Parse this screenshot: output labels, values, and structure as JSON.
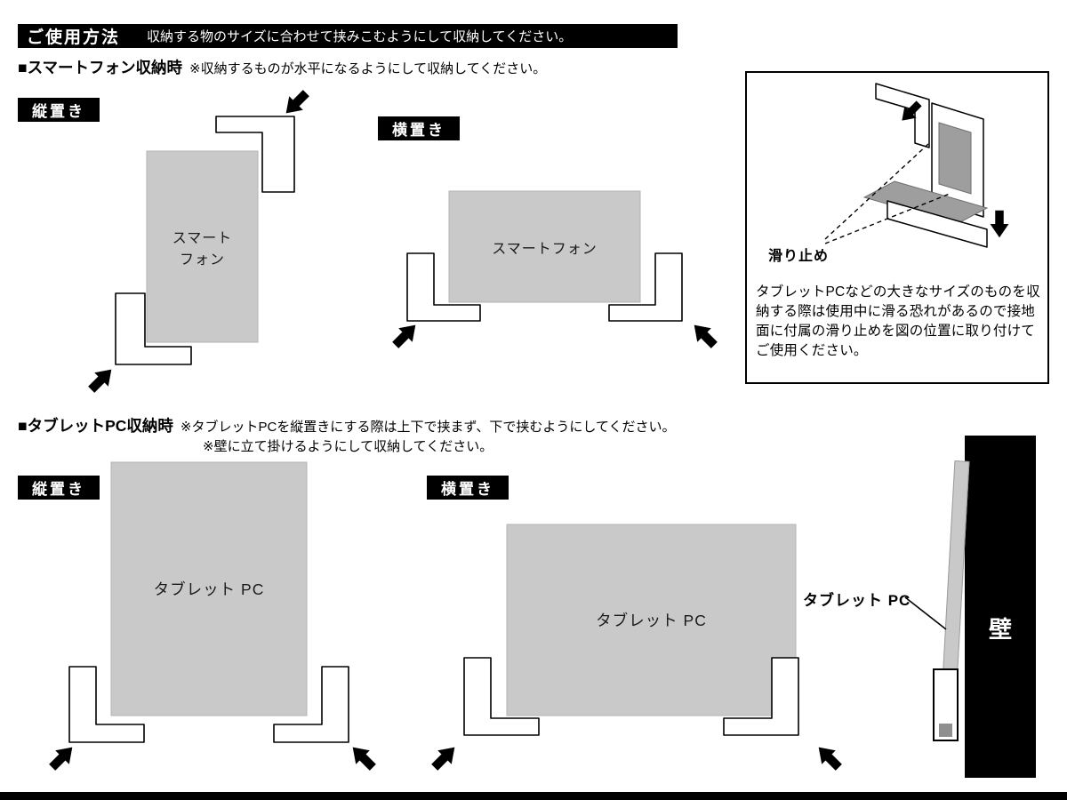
{
  "header": {
    "title": "ご使用方法",
    "instruction": "収納する物のサイズに合わせて挟みこむようにして収納してください。"
  },
  "smartphone": {
    "heading": "■スマートフォン収納時",
    "note": "※収納するものが水平になるようにして収納してください。",
    "vertical_label": "縦置き",
    "horizontal_label": "横置き",
    "device_vertical": "スマート\nフォン",
    "device_horizontal": "スマートフォン"
  },
  "antislip": {
    "label": "滑り止め",
    "text": "タブレットPCなどの大きなサイズのものを収納する際は使用中に滑る恐れがあるので接地面に付属の滑り止めを図の位置に取り付けてご使用ください。"
  },
  "tablet": {
    "heading": "■タブレットPC収納時",
    "note1": "※タブレットPCを縦置きにする際は上下で挟まず、下で挟むようにしてください。",
    "note2": "※壁に立て掛けるようにして収納してください。",
    "vertical_label": "縦置き",
    "horizontal_label": "横置き",
    "device_label": "タブレット PC",
    "wall_device_label": "タブレット PC",
    "wall_label": "壁"
  },
  "colors": {
    "device_fill": "#c9c9c9",
    "pad_fill": "#9e9e9e",
    "bar_black": "#000000"
  }
}
